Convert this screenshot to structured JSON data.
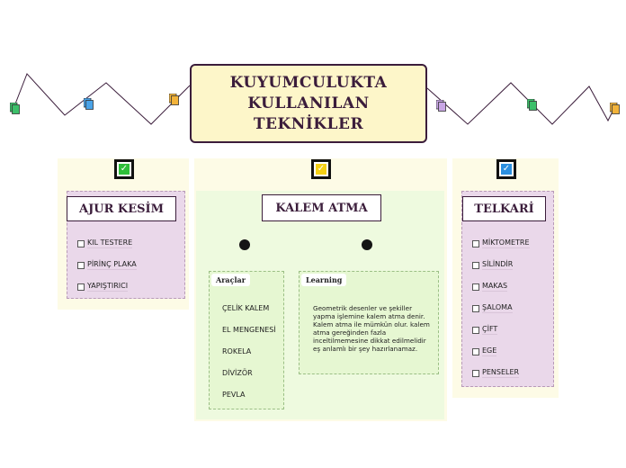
{
  "title": "KUYUMCULUKTA\nKULLANILAN\nTEKNİKLER",
  "colors": {
    "dark": "#3b1d3b",
    "title_fill": "#fdf6c9",
    "check_green": "#2fbf3a",
    "check_yellow": "#f5d016",
    "check_blue": "#2b8fe0",
    "pink_panel": "#ead8ea",
    "green_panel": "#eefadf"
  },
  "branches": {
    "left": {
      "check_icon": "green-check-icon",
      "label": "AJUR KESİM",
      "items": [
        "KIL TESTERE",
        "PİRİNÇ PLAKA",
        "YAPIŞTIRICI"
      ]
    },
    "center": {
      "check_icon": "yellow-check-icon",
      "label": "KALEM ATMA",
      "tools": {
        "label": "Araçlar",
        "items": [
          "ÇELİK KALEM",
          "EL MENGENESİ",
          "ROKELA",
          "DİVİZÖR",
          "PEVLA"
        ]
      },
      "learning": {
        "label": "Learning",
        "text": "Geometrik desenler ve şekiller yapma işlemine kalem atma denir. Kalem atma ile mümkün olur. kalem atma gereğinden fazla inceltilmemesine dikkat edilmelidir eş anlamlı bir şey hazırlanamaz."
      }
    },
    "right": {
      "check_icon": "blue-check-icon",
      "label": "TELKARİ",
      "items": [
        "MİKTOMETRE",
        "SİLİNDİR",
        "MAKAS",
        "ŞALOMA",
        "ÇİFT",
        "EGE",
        "PENSELER"
      ]
    }
  },
  "decor_icons": [
    "green-note-icon",
    "blue-note-icon",
    "orange-note-icon",
    "purple-note-icon",
    "green-note-icon",
    "orange-note-icon"
  ]
}
